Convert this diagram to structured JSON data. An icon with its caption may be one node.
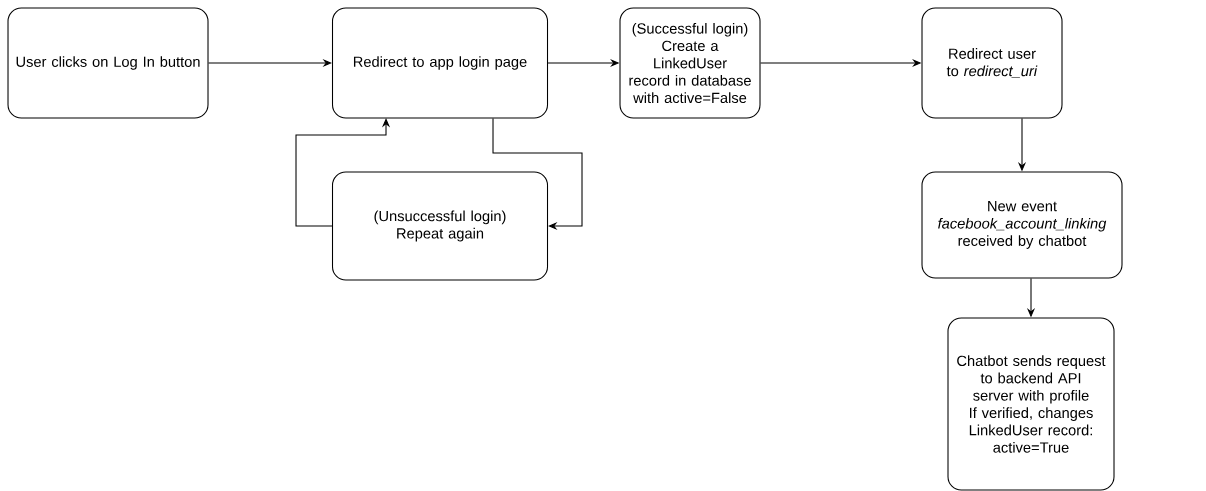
{
  "diagram": {
    "nodes": [
      {
        "text": [
          "User clicks on Log In button"
        ]
      },
      {
        "text": [
          "Redirect to app login page"
        ]
      },
      {
        "text": [
          "(Successful login)",
          "Create a LinkedUser record in database with active=False"
        ]
      },
      {
        "text": [
          "Redirect user to *redirect_uri*"
        ]
      },
      {
        "text": [
          "(Unsuccessful login)",
          "Repeat again"
        ]
      },
      {
        "text": [
          "New event *facebook_account_linking* received by chatbot"
        ]
      },
      {
        "text": [
          "Chatbot sends request to backend API server with profile",
          "If verified, changes LinkedUser record: active=True"
        ]
      }
    ],
    "edges": [
      {
        "from": 0,
        "to": 1,
        "arrow": "to"
      },
      {
        "from": 1,
        "to": 2,
        "arrow": "to"
      },
      {
        "from": 2,
        "to": 3,
        "arrow": "to"
      },
      {
        "from": 1,
        "to": 4,
        "arrow": "to"
      },
      {
        "from": 4,
        "to": 1,
        "arrow": "to"
      },
      {
        "from": 3,
        "to": 5,
        "arrow": "to"
      },
      {
        "from": 5,
        "to": 6,
        "arrow": "to"
      }
    ]
  }
}
